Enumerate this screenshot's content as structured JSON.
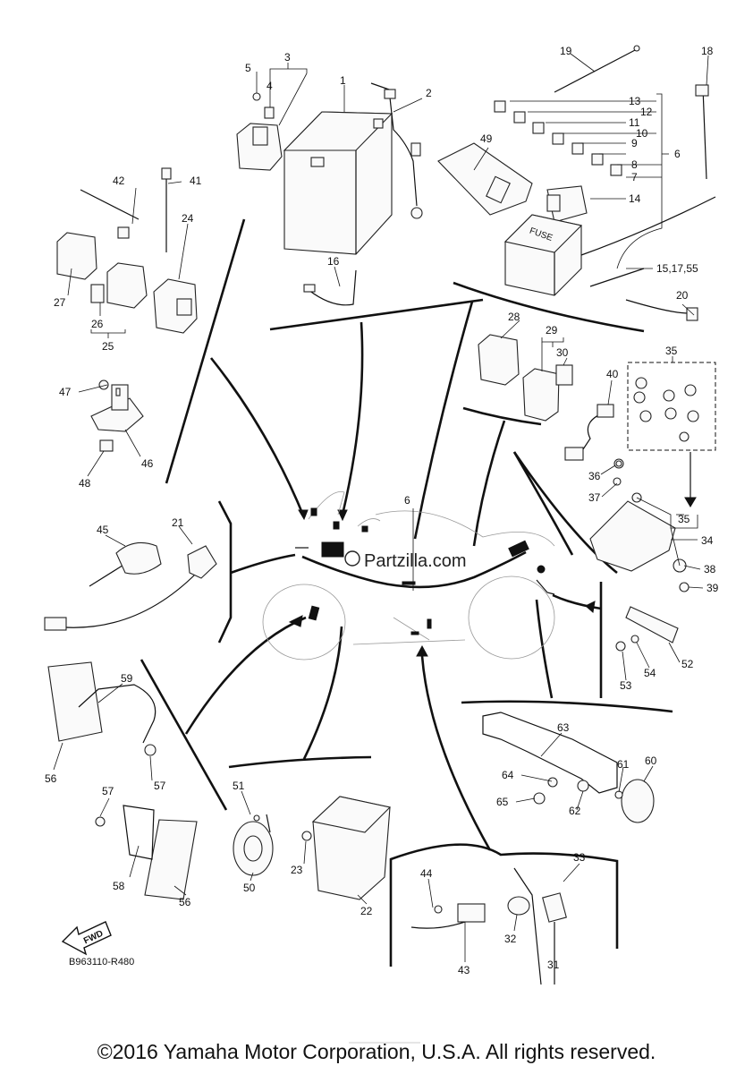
{
  "diagram": {
    "watermark": "Partzilla.com",
    "fuse_box_text": "FUSE",
    "fwd_label": "FWD",
    "drawing_code": "B963110-R480",
    "copyright": "©2016 Yamaha Motor Corporation, U.S.A. All rights reserved.",
    "callouts": [
      "1",
      "2",
      "3",
      "4",
      "5",
      "6",
      "6",
      "7",
      "8",
      "9",
      "10",
      "11",
      "12",
      "13",
      "14",
      "15,17,55",
      "16",
      "18",
      "19",
      "20",
      "21",
      "22",
      "23",
      "24",
      "25",
      "26",
      "27",
      "28",
      "29",
      "30",
      "31",
      "32",
      "33",
      "34",
      "35",
      "35",
      "36",
      "37",
      "38",
      "39",
      "40",
      "41",
      "42",
      "43",
      "44",
      "45",
      "46",
      "47",
      "48",
      "49",
      "50",
      "51",
      "52",
      "53",
      "54",
      "56",
      "56",
      "57",
      "57",
      "58",
      "59",
      "60",
      "61",
      "62",
      "63",
      "64",
      "65"
    ]
  }
}
